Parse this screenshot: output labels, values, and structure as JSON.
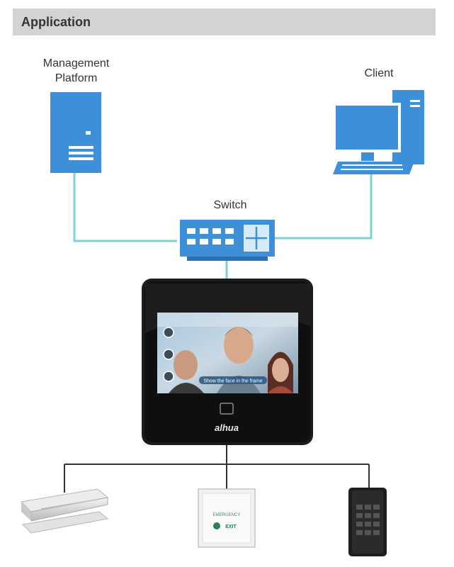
{
  "header": {
    "title": "Application"
  },
  "nodes": {
    "management_platform": {
      "line1": "Management",
      "line2": "Platform"
    },
    "client": {
      "label": "Client"
    },
    "switch": {
      "label": "Switch"
    },
    "terminal": {
      "brand": "alhua",
      "screen_caption": "Show the face in the frame"
    },
    "exit_button": {
      "text1": "EMERGENCY",
      "text2": "EXIT"
    }
  },
  "colors": {
    "header_bg": "#d3d3d3",
    "device_blue": "#3d8fd8",
    "device_blue_dark": "#2b6fb3",
    "network_line": "#7fd1d3",
    "wiring_line": "#333333",
    "terminal_body": "#1c1c1c"
  },
  "icons": [
    "server-icon",
    "desktop-computer-icon",
    "network-switch-icon",
    "face-recognition-terminal",
    "magnetic-lock-icon",
    "exit-button-icon",
    "card-reader-icon"
  ]
}
